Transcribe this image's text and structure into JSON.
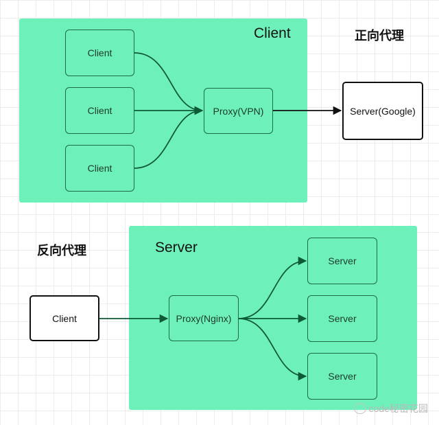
{
  "forward": {
    "heading": "正向代理",
    "region_title": "Client",
    "clients": [
      "Client",
      "Client",
      "Client"
    ],
    "proxy": "Proxy(VPN)",
    "server": "Server(Google)"
  },
  "reverse": {
    "heading": "反向代理",
    "region_title": "Server",
    "client": "Client",
    "proxy": "Proxy(Nginx)",
    "servers": [
      "Server",
      "Server",
      "Server"
    ]
  },
  "colors": {
    "region_fill": "#6ef0bb",
    "edge": "#0f5a36"
  },
  "watermark": "code秘密花园"
}
